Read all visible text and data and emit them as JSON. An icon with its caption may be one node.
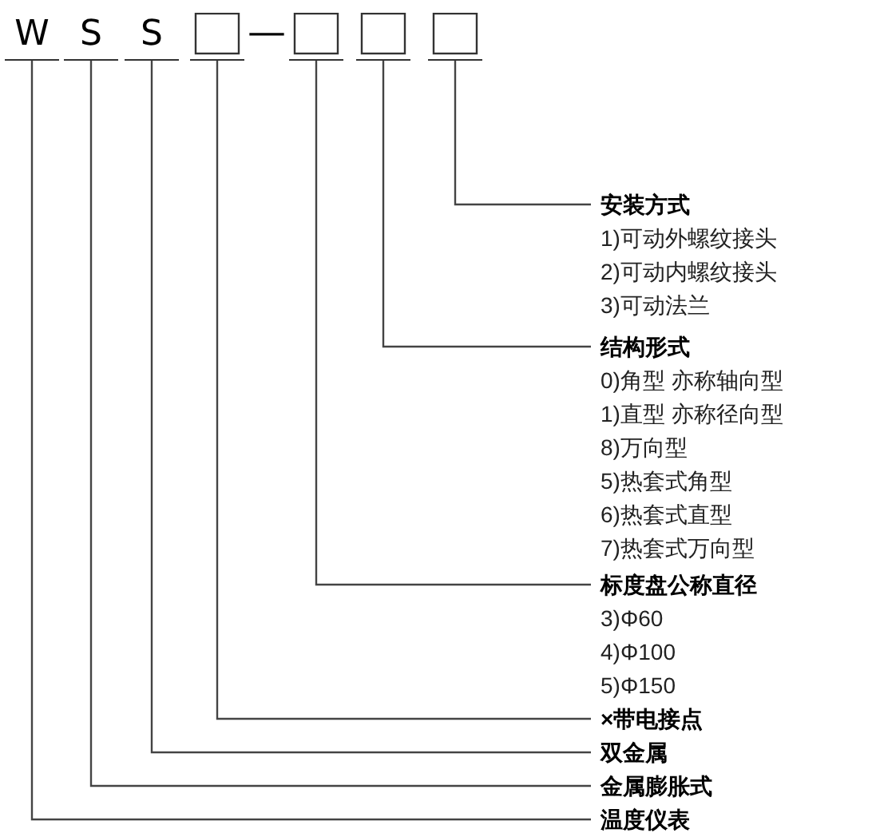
{
  "diagram": {
    "nodes": [
      {
        "text": [
          "W"
        ]
      },
      {
        "text": [
          "S"
        ]
      },
      {
        "text": [
          "S"
        ]
      },
      {
        "text": [],
        "shape": "box"
      },
      {
        "text": [],
        "shape": "box"
      },
      {
        "text": [],
        "shape": "box"
      },
      {
        "text": [],
        "shape": "box"
      },
      {
        "text": [
          "安装方式",
          "1)可动外螺纹接头",
          "2)可动内螺纹接头",
          "3)可动法兰"
        ]
      },
      {
        "text": [
          "结构形式",
          "0)角型 亦称轴向型",
          "1)直型 亦称径向型",
          "8)万向型",
          "5)热套式角型",
          "6)热套式直型",
          "7)热套式万向型"
        ]
      },
      {
        "text": [
          "标度盘公称直径",
          "3)Φ60",
          "4)Φ100",
          "5)Φ150"
        ]
      },
      {
        "text": [
          "×带电接点"
        ]
      },
      {
        "text": [
          "双金属"
        ]
      },
      {
        "text": [
          "金属膨胀式"
        ]
      },
      {
        "text": [
          "温度仪表"
        ]
      }
    ],
    "edges": [
      {
        "from": 6,
        "to": 7,
        "arrow": "none"
      },
      {
        "from": 5,
        "to": 8,
        "arrow": "none"
      },
      {
        "from": 4,
        "to": 9,
        "arrow": "none"
      },
      {
        "from": 3,
        "to": 10,
        "arrow": "none"
      },
      {
        "from": 2,
        "to": 11,
        "arrow": "none"
      },
      {
        "from": 1,
        "to": 12,
        "arrow": "none"
      },
      {
        "from": 0,
        "to": 13,
        "arrow": "none"
      }
    ],
    "labels": [
      "—"
    ]
  }
}
